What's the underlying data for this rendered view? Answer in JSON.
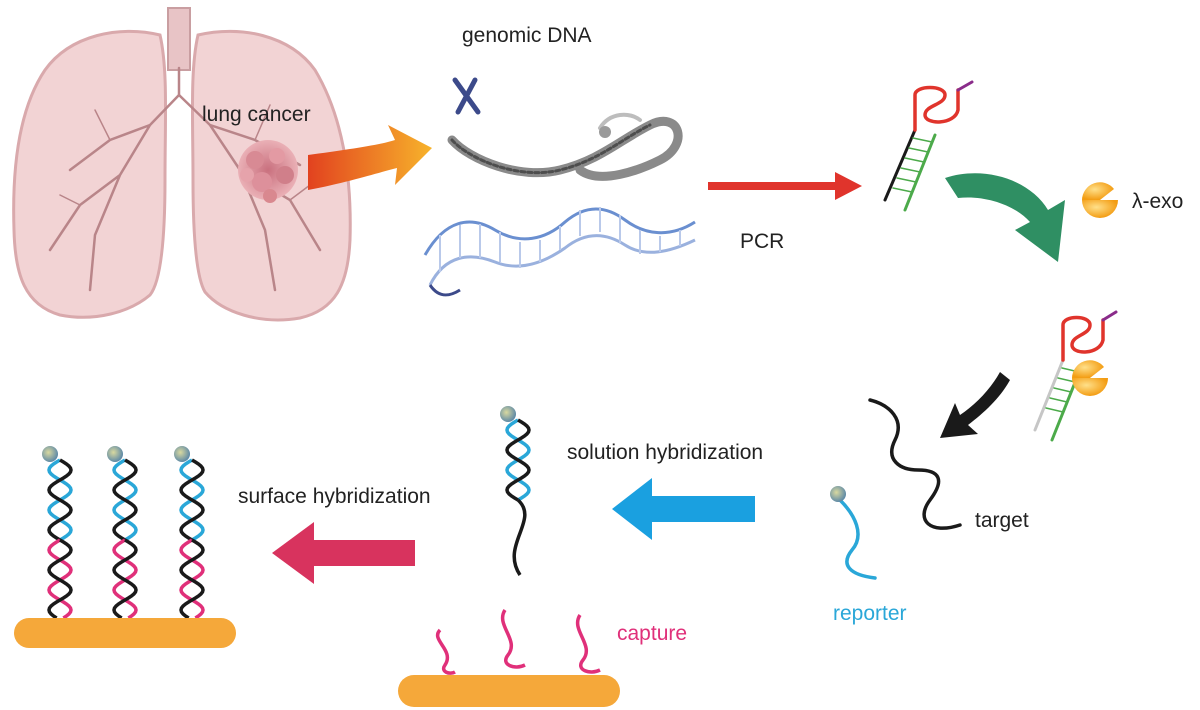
{
  "labels": {
    "lung_cancer": "lung cancer",
    "genomic_dna": "genomic DNA",
    "pcr": "PCR",
    "lambda_exo": "λ-exo",
    "target": "target",
    "reporter": "reporter",
    "capture": "capture",
    "solution_hybridization": "solution hybridization",
    "surface_hybridization": "surface hybridization"
  },
  "colors": {
    "lung_fill": "#f2d3d4",
    "lung_outline": "#d9a9ac",
    "tumor": "#e49aa3",
    "orange_arrow": "#f0a020",
    "red_arrow": "#e0342c",
    "green_arrow": "#2f8f63",
    "blue_arrow": "#1aa0e0",
    "magenta_arrow": "#d8335e",
    "reporter_strand": "#2aa7d8",
    "capture_strand": "#e0307a",
    "target_strand": "#1a1a1a",
    "surface": "#f5a83a",
    "exonuclease": "#f7b32b"
  }
}
